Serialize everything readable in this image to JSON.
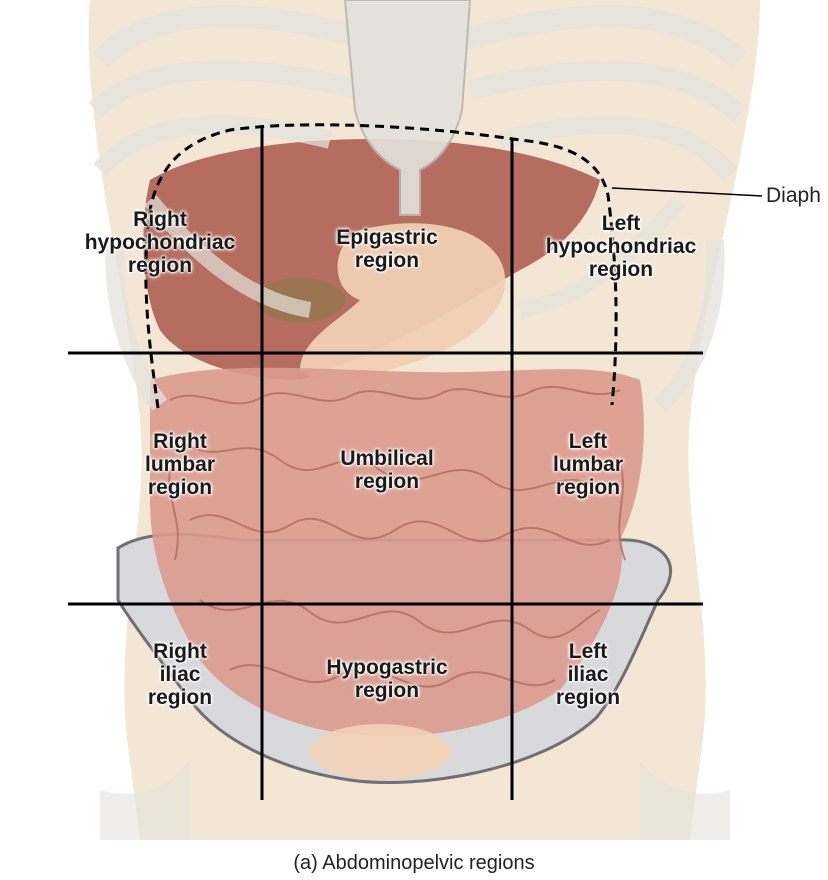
{
  "regions": {
    "right_hypochondriac": [
      "Right",
      "hypochondriac",
      "region"
    ],
    "epigastric": [
      "Epigastric",
      "region"
    ],
    "left_hypochondriac": [
      "Left",
      "hypochondriac",
      "region"
    ],
    "right_lumbar": [
      "Right",
      "lumbar",
      "region"
    ],
    "umbilical": [
      "Umbilical",
      "region"
    ],
    "left_lumbar": [
      "Left",
      "lumbar",
      "region"
    ],
    "right_iliac": [
      "Right",
      "iliac",
      "region"
    ],
    "hypogastric": [
      "Hypogastric",
      "region"
    ],
    "left_iliac": [
      "Left",
      "iliac",
      "region"
    ]
  },
  "diaphragm_label": "Diaph",
  "caption": "(a) Abdominopelvic regions",
  "colors": {
    "skin": "#f3e6d5",
    "bone": "#e4e2dc",
    "bone_outline": "#b9b6ae",
    "liver": "#a9574b",
    "stomach": "#f0cfb4",
    "intestine": "#dc9a8e",
    "intestine_outline": "#b36b5f",
    "pelvis": "#d9d9dc",
    "grid_line": "#000000"
  }
}
